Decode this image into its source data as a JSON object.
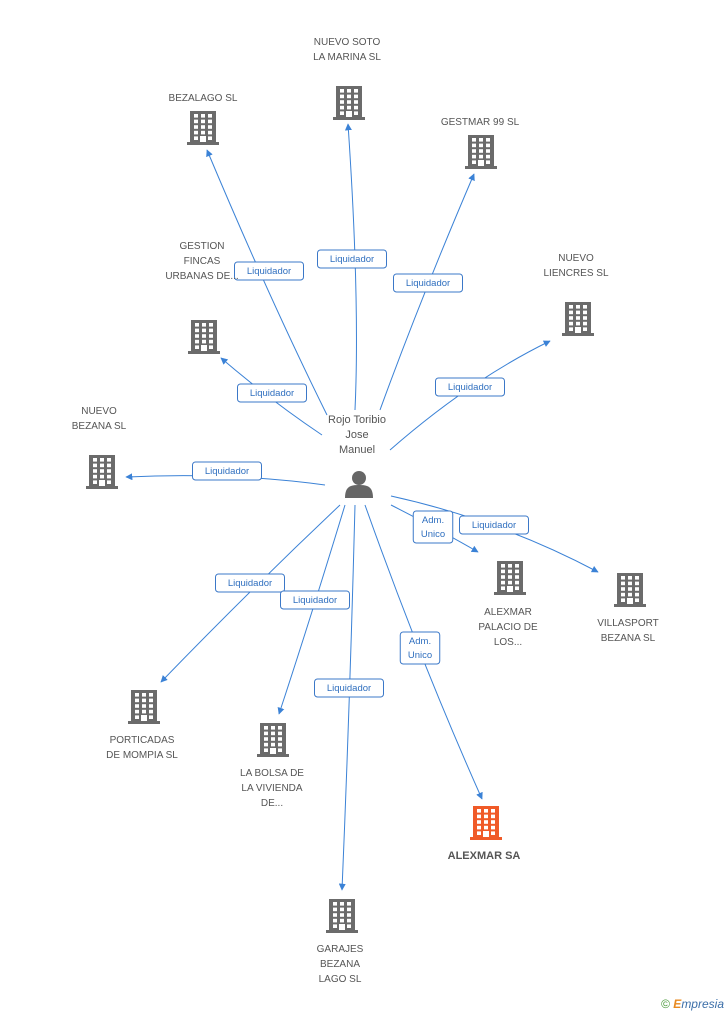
{
  "colors": {
    "edge": "#3b82d6",
    "building": "#6b6b6b",
    "target_building": "#f05a28",
    "person": "#666666",
    "label": "#555555"
  },
  "center": {
    "id": "rojo",
    "lines": [
      "Rojo Toribio",
      "Jose",
      "Manuel"
    ],
    "icon": "person-icon"
  },
  "nodes": [
    {
      "id": "bezalago",
      "lines": [
        "BEZALAGO SL"
      ],
      "icon": "building-icon"
    },
    {
      "id": "nuevo_soto",
      "lines": [
        "NUEVO SOTO",
        "LA MARINA SL"
      ],
      "icon": "building-icon"
    },
    {
      "id": "gestmar",
      "lines": [
        "GESTMAR 99 SL"
      ],
      "icon": "building-icon"
    },
    {
      "id": "gestion_fincas",
      "lines": [
        "GESTION",
        "FINCAS",
        "URBANAS DE..."
      ],
      "icon": "building-icon"
    },
    {
      "id": "nuevo_liencres",
      "lines": [
        "NUEVO",
        "LIENCRES SL"
      ],
      "icon": "building-icon"
    },
    {
      "id": "nuevo_bezana",
      "lines": [
        "NUEVO",
        "BEZANA SL"
      ],
      "icon": "building-icon"
    },
    {
      "id": "alexmar_palacio",
      "lines": [
        "ALEXMAR",
        "PALACIO DE",
        "LOS..."
      ],
      "icon": "building-icon"
    },
    {
      "id": "villasport",
      "lines": [
        "VILLASPORT",
        "BEZANA SL"
      ],
      "icon": "building-icon"
    },
    {
      "id": "porticadas",
      "lines": [
        "PORTICADAS",
        "DE MOMPIA SL"
      ],
      "icon": "building-icon"
    },
    {
      "id": "la_bolsa",
      "lines": [
        "LA BOLSA DE",
        "LA VIVIENDA",
        "DE..."
      ],
      "icon": "building-icon"
    },
    {
      "id": "alexmar_sa",
      "lines": [
        "ALEXMAR SA"
      ],
      "icon": "building-icon",
      "highlight": true
    },
    {
      "id": "garajes",
      "lines": [
        "GARAJES",
        "BEZANA",
        "LAGO SL"
      ],
      "icon": "building-icon"
    }
  ],
  "edges": [
    {
      "to": "bezalago",
      "label": [
        "Liquidador"
      ]
    },
    {
      "to": "nuevo_soto",
      "label": [
        "Liquidador"
      ]
    },
    {
      "to": "gestmar",
      "label": [
        "Liquidador"
      ]
    },
    {
      "to": "gestion_fincas",
      "label": [
        "Liquidador"
      ]
    },
    {
      "to": "nuevo_liencres",
      "label": [
        "Liquidador"
      ]
    },
    {
      "to": "nuevo_bezana",
      "label": [
        "Liquidador"
      ]
    },
    {
      "to": "alexmar_palacio",
      "label": [
        "Adm.",
        "Unico"
      ]
    },
    {
      "to": "villasport",
      "label": [
        "Liquidador"
      ]
    },
    {
      "to": "porticadas",
      "label": [
        "Liquidador"
      ]
    },
    {
      "to": "la_bolsa",
      "label": [
        "Liquidador"
      ]
    },
    {
      "to": "alexmar_sa",
      "label": [
        "Adm.",
        "Unico"
      ]
    },
    {
      "to": "garajes",
      "label": [
        "Liquidador"
      ]
    }
  ],
  "footer": {
    "copyright": "©",
    "brand_initial": "E",
    "brand_rest": "mpresia"
  }
}
